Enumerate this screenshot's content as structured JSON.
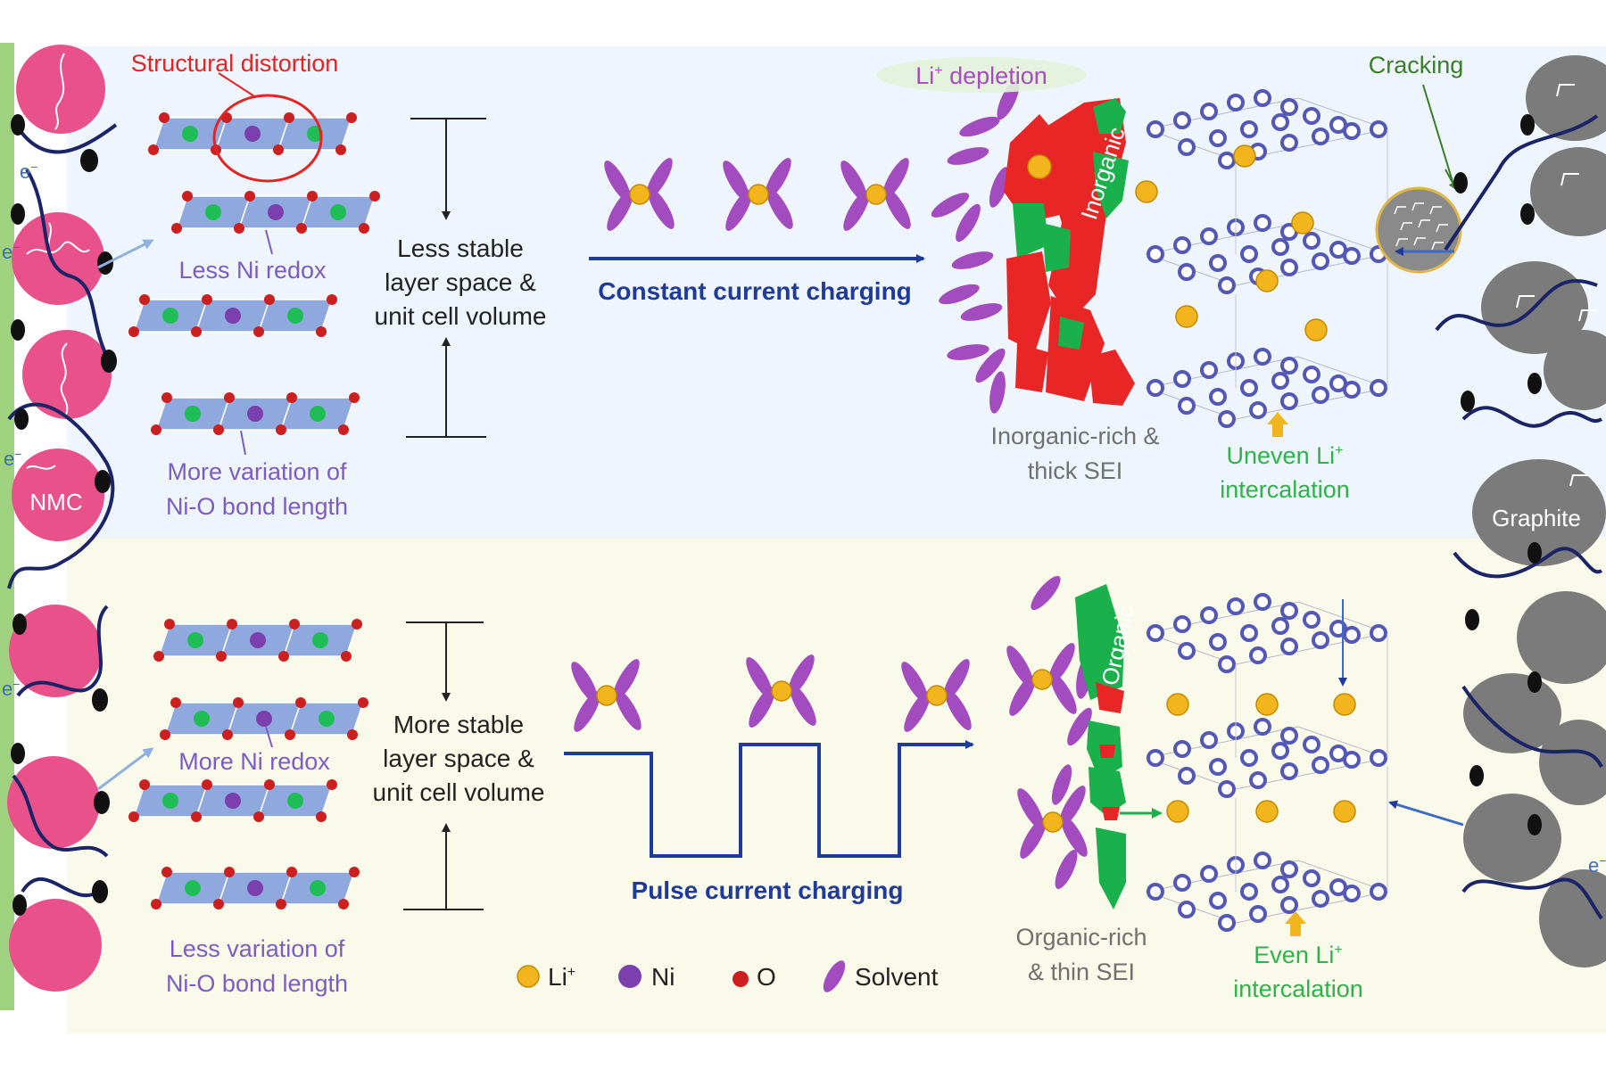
{
  "colors": {
    "nmc": "#e8518a",
    "graphite": "#888888",
    "lattice": "#8fa8dd",
    "ni": "#7b3fae",
    "oxygen": "#cc1f1f",
    "lattice_center": "#1fbd55",
    "solvent": "#a24cc0",
    "li": "#f2b51d",
    "inorganic": "#e82626",
    "organic": "#1ab04c",
    "carbon_atom": "#5358b6",
    "arrow_blue": "#1f3a98",
    "light_arrow": "#8eb1e0",
    "red_text": "#e52323",
    "violet_text": "#7c5cc4",
    "gray_text": "#707070",
    "green_text": "#2eb34a",
    "dark_green": "#3b7d2a",
    "purple_text": "#a64dbf"
  },
  "labels": {
    "structural_distortion": "Structural distortion",
    "less_ni_redox": "Less Ni redox",
    "more_ni_redox": "More Ni redox",
    "electron": "e",
    "electron_sup": "−",
    "nmc": "NMC",
    "graphite": "Graphite",
    "cracking": "Cracking",
    "li_depletion": "Li",
    "li_depletion_sup": "+",
    "li_depletion_rest": " depletion"
  },
  "top": {
    "stability": [
      "Less stable",
      "layer space &",
      "unit cell volume"
    ],
    "bond": [
      "More variation of",
      "Ni-O bond length"
    ],
    "charging": "Constant current charging",
    "sei": [
      "Inorganic-rich &",
      "thick SEI"
    ],
    "sei_label": "Inorganic",
    "intercalation_line1": "Uneven Li",
    "intercalation_sup": "+",
    "intercalation_line2": "intercalation"
  },
  "bottom": {
    "stability": [
      "More stable",
      "layer space &",
      "unit cell volume"
    ],
    "bond": [
      "Less variation of",
      "Ni-O bond length"
    ],
    "charging": "Pulse current charging",
    "sei": [
      "Organic-rich",
      "& thin SEI"
    ],
    "sei_label": "Organic",
    "intercalation_line1": "Even Li",
    "intercalation_sup": "+",
    "intercalation_line2": "intercalation"
  },
  "legend": {
    "li": "Li",
    "li_sup": "+",
    "ni": "Ni",
    "o": "O",
    "solvent": "Solvent"
  }
}
